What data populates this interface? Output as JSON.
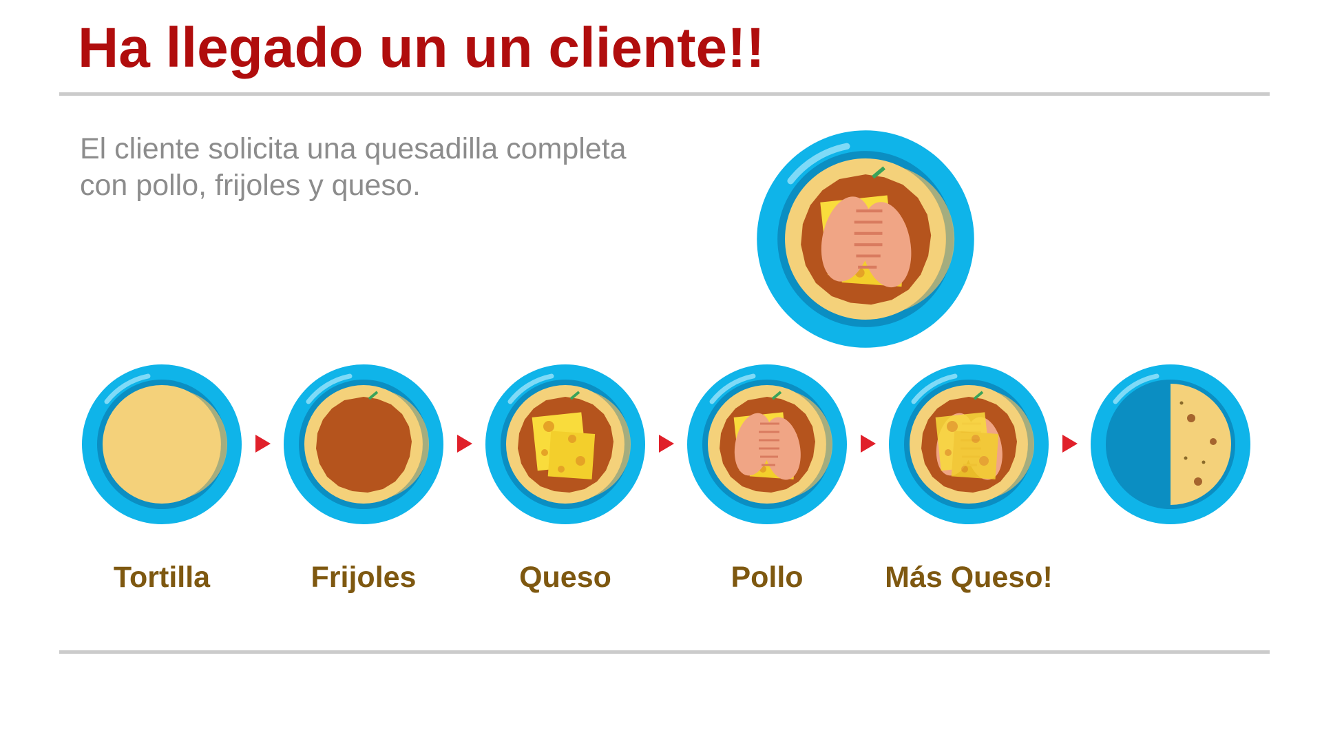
{
  "title": "Ha llegado un un cliente!!",
  "description": {
    "line1": "El cliente solicita una quesadilla completa",
    "line2": "con pollo, frijoles y queso."
  },
  "steps": [
    {
      "label": "Tortilla",
      "icon": "tortilla-plate-icon"
    },
    {
      "label": "Frijoles",
      "icon": "beans-plate-icon"
    },
    {
      "label": "Queso",
      "icon": "cheese-plate-icon"
    },
    {
      "label": "Pollo",
      "icon": "chicken-plate-icon"
    },
    {
      "label": "Más Queso!",
      "icon": "more-cheese-plate-icon"
    },
    {
      "label": "",
      "icon": "folded-quesadilla-plate-icon"
    }
  ],
  "order_icon": "completed-quesadilla-order-icon",
  "colors": {
    "title": "#b00d0d",
    "plate_outer": "#0fb4e9",
    "plate_inner": "#0b8ec2",
    "tortilla": "#f4d17a",
    "beans": "#b5541d",
    "cheese": "#f9dc3c",
    "chicken": "#f0a585",
    "arrow": "#e0202a",
    "label": "#7e5810"
  }
}
